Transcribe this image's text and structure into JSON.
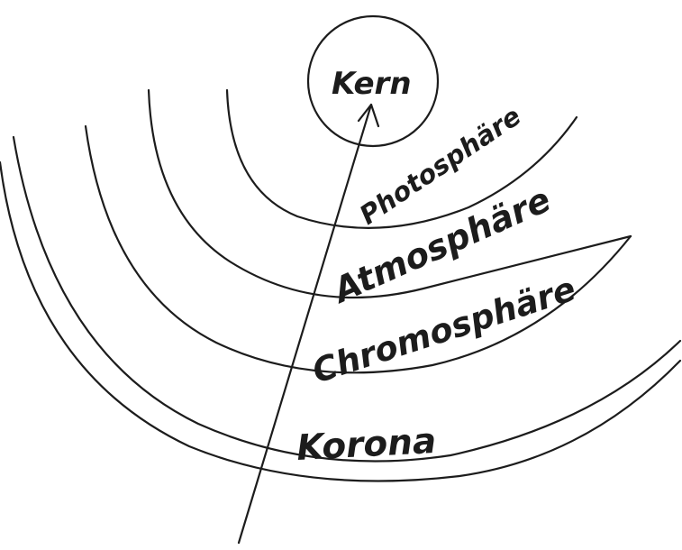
{
  "layers": [
    {
      "key": "kern",
      "label": "Kern"
    },
    {
      "key": "photosphaere",
      "label": "Photosphäre"
    },
    {
      "key": "atmosphaere",
      "label": "Atmosphäre"
    },
    {
      "key": "chromosphaere",
      "label": "Chromosphäre"
    },
    {
      "key": "korona",
      "label": "Korona"
    }
  ]
}
